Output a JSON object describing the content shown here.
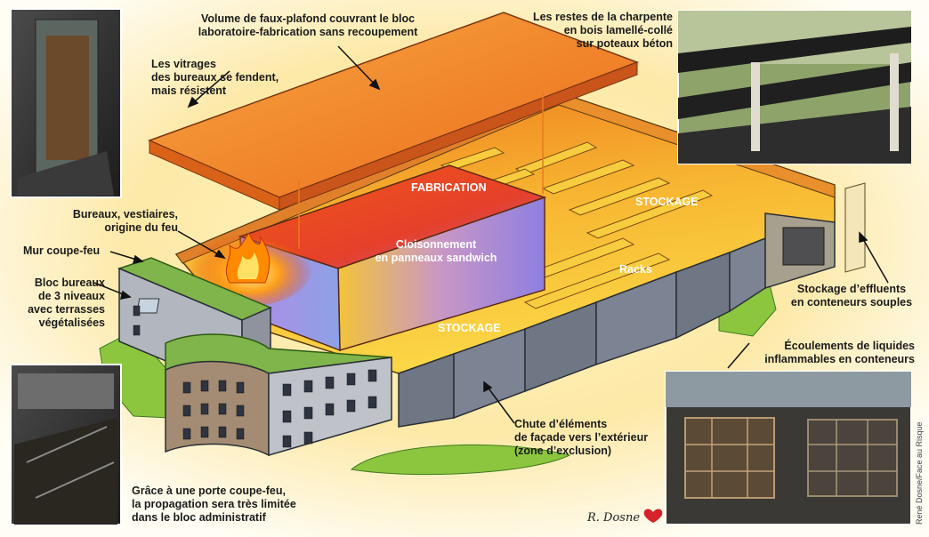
{
  "labels": {
    "faux_plafond": "Volume de faux-plafond couvrant le bloc\nlaboratoire-fabrication sans recoupement",
    "vitrages": "Les vitrages\ndes bureaux se fendent,\nmais résistent",
    "charpente": "Les restes de la charpente\nen bois lamellé-collé\nsur poteaux béton",
    "fabrication": "FABRICATION",
    "cloisonnement": "Cloisonnement\nen panneaux sandwich",
    "stockage_top": "STOCKAGE",
    "stockage_bottom": "STOCKAGE",
    "racks": "Racks",
    "bureaux": "Bureaux, vestiaires,\norigine du feu",
    "mur_coupe_feu": "Mur coupe-feu",
    "bloc_bureaux": "Bloc bureaux\nde 3 niveaux\navec terrasses\nvégétalisées",
    "effluents": "Stockage d’effluents\nen conteneurs souples",
    "ecoulements": "Écoulements de liquides\ninflammables en conteneurs",
    "chute": "Chute d’éléments\nde façade vers l’extérieur\n(zone d’exclusion)",
    "porte": "Grâce à une porte coupe-feu,\nla propagation sera très limitée\ndans le bloc administratif"
  },
  "signature": "R. Dosne",
  "credit": "René Dosne/Face au Risque",
  "colors": {
    "background_glow": "#fde9a8",
    "roof_orange": "#f08a2a",
    "fire": "#ff7a00",
    "wall_grey": "#6f7684",
    "green_roof": "#7fb54a",
    "fabrication_purple": "#a98bd6"
  }
}
